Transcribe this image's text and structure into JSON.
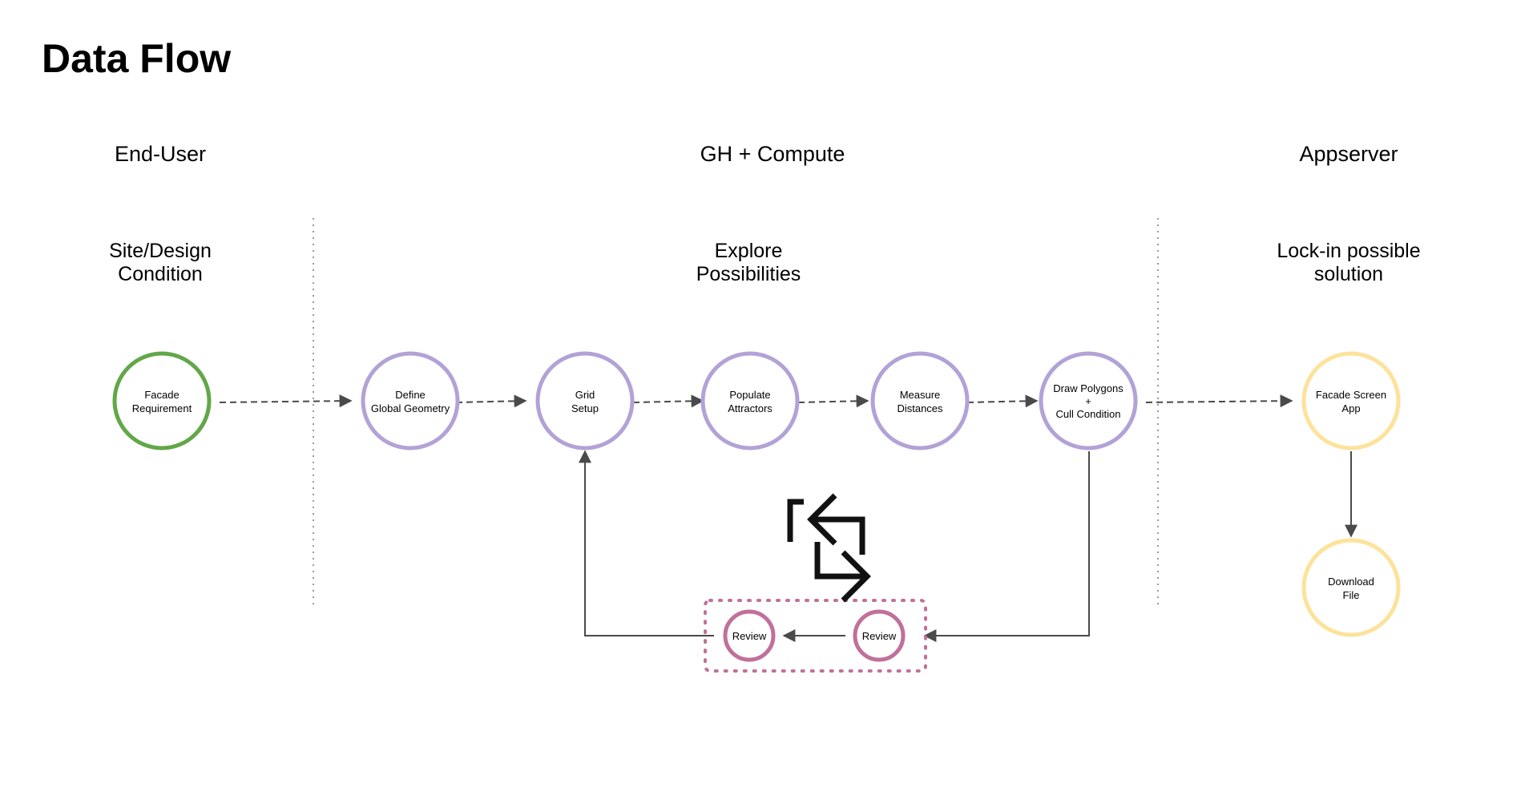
{
  "title": "Data Flow",
  "lanes": {
    "end_user": "End-User",
    "gh_compute": "GH + Compute",
    "appserver": "Appserver"
  },
  "phases": {
    "site_design": [
      "Site/Design",
      "Condition"
    ],
    "explore": [
      "Explore",
      "Possibilities"
    ],
    "lock_in": [
      "Lock-in possible",
      "solution"
    ]
  },
  "nodes": {
    "facade_requirement": [
      "Facade",
      "Requirement"
    ],
    "define_global_geometry": [
      "Define",
      "Global Geometry"
    ],
    "grid_setup": [
      "Grid",
      "Setup"
    ],
    "populate_attractors": [
      "Populate",
      "Attractors"
    ],
    "measure_distances": [
      "Measure",
      "Distances"
    ],
    "draw_polygons": [
      "Draw Polygons",
      "+",
      "Cull Condition"
    ],
    "facade_screen_app": [
      "Facade Screen",
      "App"
    ],
    "download_file": [
      "Download",
      "File"
    ],
    "review_left": [
      "Review"
    ],
    "review_right": [
      "Review"
    ]
  },
  "colors": {
    "green": "#62a748",
    "purple": "#b3a2d6",
    "yellow": "#fde29a",
    "magenta": "#c0709b",
    "arrow": "#4a4a4a",
    "divider": "#999999",
    "text": "#111111"
  },
  "icons": {
    "loop": "repeat-loop-icon"
  }
}
